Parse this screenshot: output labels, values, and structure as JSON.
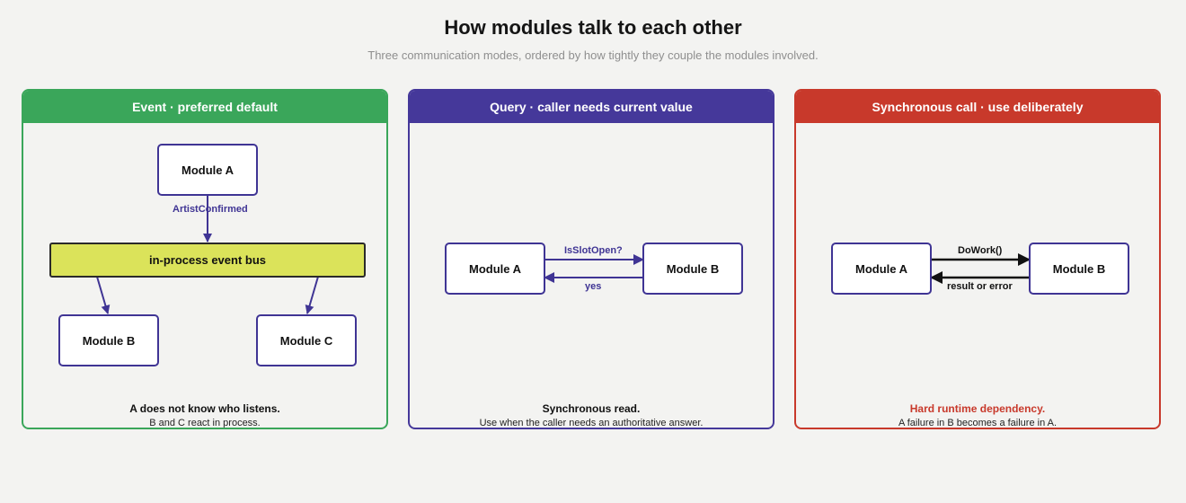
{
  "header": {
    "title": "How modules talk to each other",
    "subtitle": "Three communication modes, ordered by how tightly they couple the modules involved."
  },
  "panels": [
    {
      "title": "Event · preferred default",
      "color": "#3aa65a",
      "nodes": {
        "a": "Module A",
        "bus": "in-process event bus",
        "b": "Module B",
        "c": "Module C"
      },
      "edge_label": "ArtistConfirmed",
      "footer_main": "A does not know who listens.",
      "footer_sub": "B and C react in process."
    },
    {
      "title": "Query · caller needs current value",
      "color": "#45389a",
      "nodes": {
        "a": "Module A",
        "b": "Module B"
      },
      "request_label": "IsSlotOpen?",
      "response_label": "yes",
      "footer_main": "Synchronous read.",
      "footer_sub": "Use when the caller needs an authoritative answer."
    },
    {
      "title": "Synchronous call · use deliberately",
      "color": "#c8392b",
      "nodes": {
        "a": "Module A",
        "b": "Module B"
      },
      "request_label": "DoWork()",
      "response_label": "result or error",
      "footer_main": "Hard runtime dependency.",
      "footer_sub": "A failure in B becomes a failure in A."
    }
  ]
}
